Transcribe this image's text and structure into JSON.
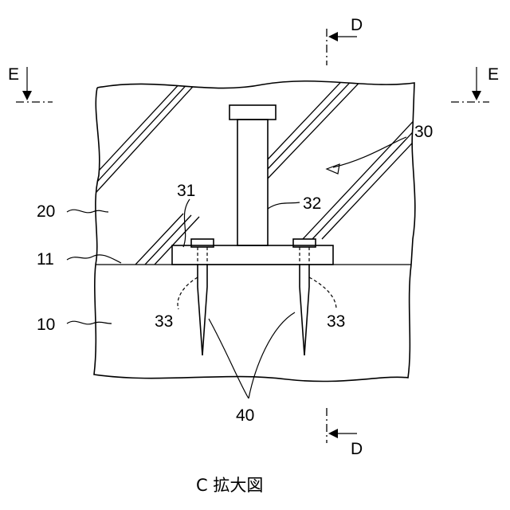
{
  "figure": {
    "caption": "C 拡大図",
    "section_marks": {
      "d_top": "D",
      "d_bottom": "D",
      "e_left": "E",
      "e_right": "E"
    },
    "labels": {
      "ref_30": "30",
      "ref_20": "20",
      "ref_31": "31",
      "ref_32": "32",
      "ref_11": "11",
      "ref_10": "10",
      "ref_33_left": "33",
      "ref_33_right": "33",
      "ref_40": "40"
    }
  }
}
